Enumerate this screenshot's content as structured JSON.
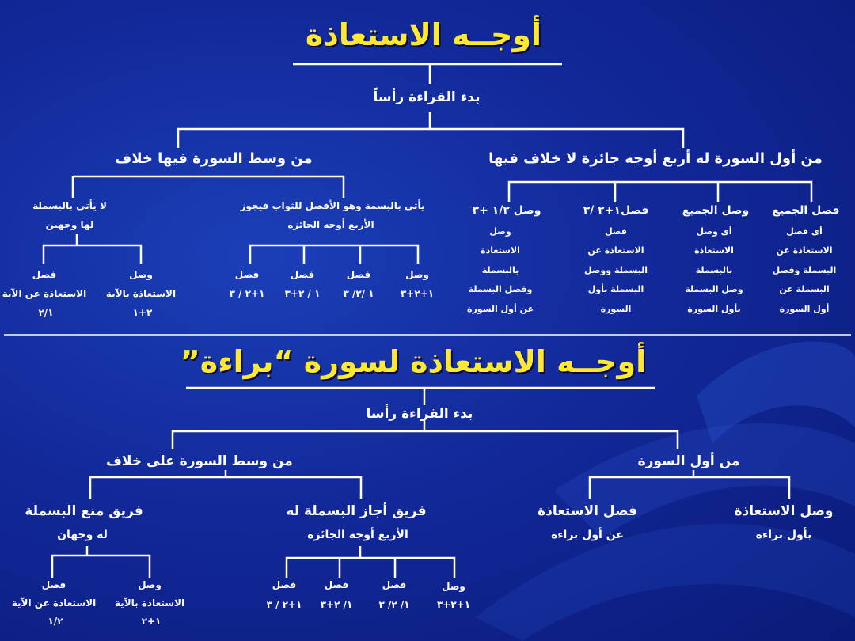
{
  "section1": {
    "title": "أوجــه الاستعاذة",
    "root": "بدء القراءة رأساً",
    "left": "من وسط السورة فيها خلاف",
    "right": "من أول السورة  له أربع أوجه جائزة لا خلاف فيها",
    "left_a": [
      "لا يأتى بالبسملة",
      "لها وجهين"
    ],
    "left_b": [
      "يأتى بالبسمة وهو الأفضل للثواب فيجوز",
      "الأربع أوجه الجائزه"
    ],
    "left_a_children": [
      {
        "label": "وصل",
        "desc": "الاستعاذة بالآية",
        "num": "٢+١"
      },
      {
        "label": "فصل",
        "desc": "الاستعاذة عن الآية",
        "num": "٢/١"
      }
    ],
    "left_b_children": [
      {
        "label": "وصل",
        "num": "١+٢+٣"
      },
      {
        "label": "فصل",
        "num": "١ /٢/ ٣"
      },
      {
        "label": "فصل",
        "num": "١ / ٢+٣"
      },
      {
        "label": "فصل",
        "num": "١+٢ / ٣"
      }
    ],
    "right_children": [
      {
        "label": "فصل الجميع",
        "lines": [
          "أى فصل",
          "الاستعاذة عن",
          "البسملة وفصل",
          "البسملة عن",
          "أول السورة"
        ]
      },
      {
        "label": "وصل الجميع",
        "lines": [
          "أى وصل",
          "الاستعاذة",
          "بالبسملة",
          "وصل البسملة",
          "بأول السورة"
        ]
      },
      {
        "label": "فصل١+٢ /٣",
        "lines": [
          "فصل",
          "الاستعاذة عن",
          "البسملة ووصل",
          "البسملة بأول",
          "السورة"
        ]
      },
      {
        "label": "وصل ١/٢ +٣",
        "lines": [
          "وصل",
          "الاستعاذة",
          "بالبسملة",
          "وفصل البسملة",
          "عن أول السورة"
        ]
      }
    ]
  },
  "section2": {
    "title": "أوجــه الاستعاذة لسورة “براءة”",
    "root": "بدء القراءة رأسا",
    "left": "من وسط السورة على خلاف",
    "right": "من أول السورة",
    "right_children": [
      {
        "label": "وصل الاستعاذة",
        "sub": "بأول براءة"
      },
      {
        "label": "فصل الاستعاذة",
        "sub": "عن أول براءة"
      }
    ],
    "left_a": [
      "فريق منع البسملة",
      "له وجهان"
    ],
    "left_b": [
      "فريق أجاز البسملة له",
      "الأربع أوجه الجائزة"
    ],
    "left_a_children": [
      {
        "label": "وصل",
        "desc": "الاستعاذة بالآية",
        "num": "١+٢"
      },
      {
        "label": "فصل",
        "desc": "الاستعاذة عن الآية",
        "num": "١/٢"
      }
    ],
    "left_b_children": [
      {
        "label": "وصل",
        "num": "١+٢+٣"
      },
      {
        "label": "فصل",
        "num": "١/ ٢/ ٣"
      },
      {
        "label": "فصل",
        "num": "١/ ٢+٣"
      },
      {
        "label": "فصل",
        "num": "١+٢ / ٣"
      }
    ]
  }
}
